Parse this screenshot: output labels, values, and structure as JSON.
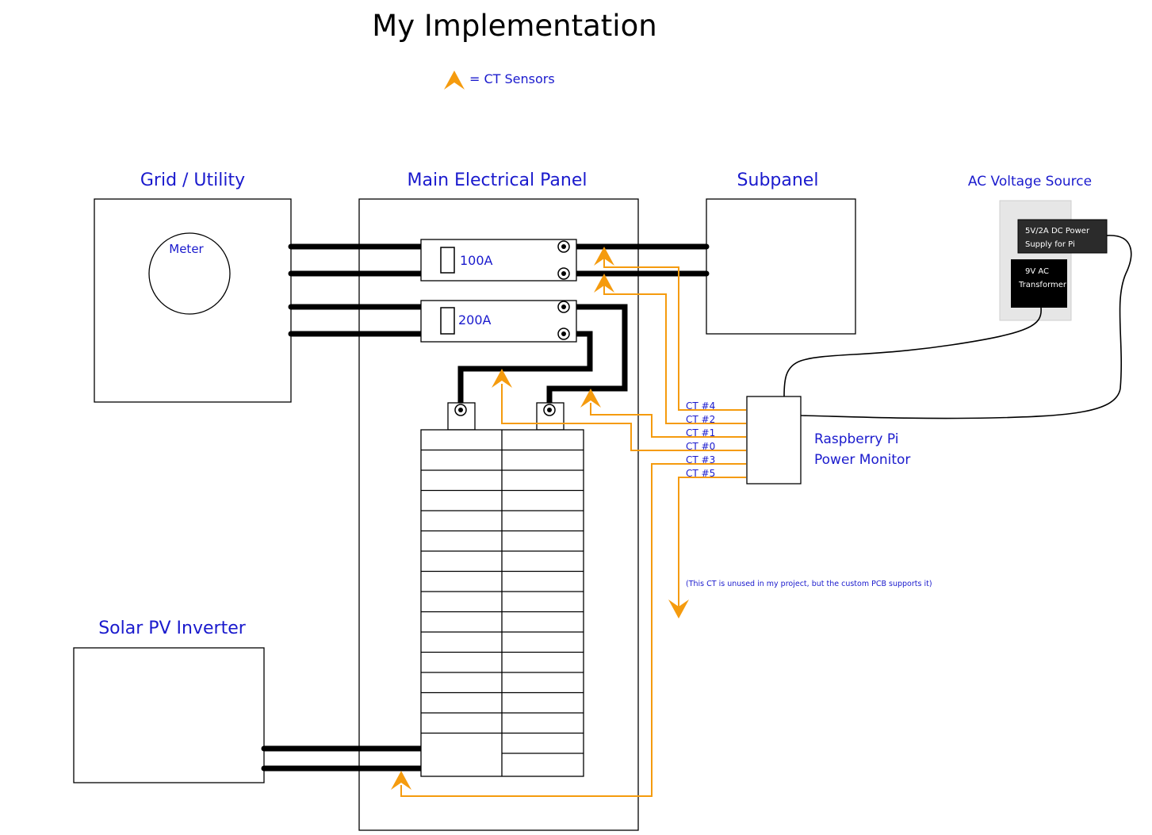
{
  "title": "My Implementation",
  "legend": {
    "label": "= CT Sensors",
    "color": "#f59b0e"
  },
  "blocks": {
    "grid": {
      "label": "Grid / Utility",
      "meter_label": "Meter"
    },
    "main_panel": {
      "label": "Main Electrical Panel",
      "breaker_100": "100A",
      "breaker_200": "200A"
    },
    "subpanel": {
      "label": "Subpanel"
    },
    "ac_source": {
      "label": "AC Voltage Source",
      "dc_supply": [
        "5V/2A DC Power",
        "Supply for Pi"
      ],
      "transformer": [
        "9V AC",
        "Transformer"
      ]
    },
    "pi": {
      "label_line1": "Raspberry Pi",
      "label_line2": "Power Monitor"
    },
    "solar": {
      "label": "Solar PV Inverter"
    }
  },
  "ct_labels": [
    "CT #4",
    "CT #2",
    "CT #1",
    "CT #0",
    "CT #3",
    "CT #5"
  ],
  "ct_note": "(This CT is unused in my project, but the custom PCB supports it)",
  "colors": {
    "label_blue": "#1a1acd",
    "ct_orange": "#f59b0e"
  }
}
